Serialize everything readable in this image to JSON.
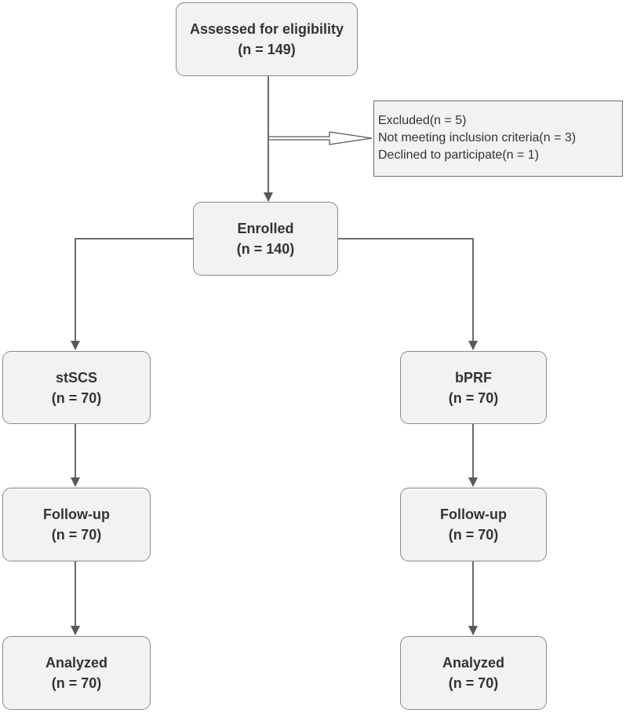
{
  "assessed": {
    "title": "Assessed for eligibility",
    "count": "(n = 149)"
  },
  "excluded": {
    "lines": [
      "Excluded(n = 5)",
      "Not meeting inclusion criteria(n = 3)",
      "Declined to participate(n = 1)"
    ]
  },
  "enrolled": {
    "title": "Enrolled",
    "count": "(n = 140)"
  },
  "arms": {
    "left": {
      "group": {
        "title": "stSCS",
        "count": "(n = 70)"
      },
      "follow_up": {
        "title": "Follow-up",
        "count": "(n = 70)"
      },
      "analyzed": {
        "title": "Analyzed",
        "count": "(n = 70)"
      }
    },
    "right": {
      "group": {
        "title": "bPRF",
        "count": "(n = 70)"
      },
      "follow_up": {
        "title": "Follow-up",
        "count": "(n = 70)"
      },
      "analyzed": {
        "title": "Analyzed",
        "count": "(n = 70)"
      }
    }
  },
  "colors": {
    "box_fill": "#f2f2f2",
    "box_border": "#8a8a8a",
    "line": "#595959",
    "text": "#333333"
  }
}
